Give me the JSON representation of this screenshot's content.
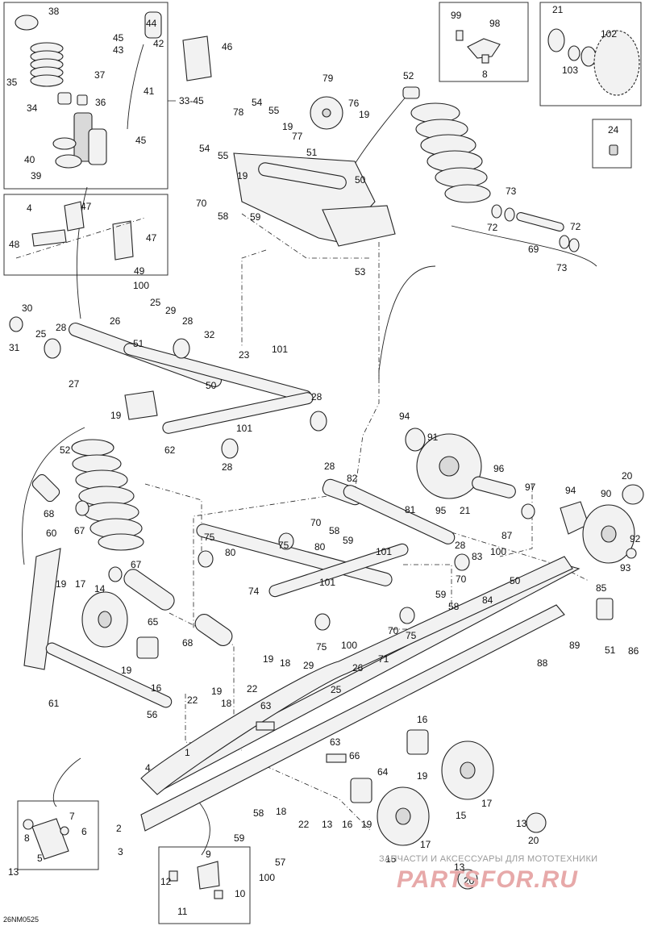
{
  "diagram_code": "26NM0525",
  "group_label": "33-45",
  "watermark": {
    "line1": "ЗАПЧАСТИ И АКСЕССУАРЫ ДЛЯ МОТОТЕХНИКИ",
    "line2": "PARTSFOR.RU"
  },
  "callouts": [
    {
      "id": "c38",
      "text": "38"
    },
    {
      "id": "c44",
      "text": "44"
    },
    {
      "id": "c45a",
      "text": "45"
    },
    {
      "id": "c42",
      "text": "42"
    },
    {
      "id": "c43",
      "text": "43"
    },
    {
      "id": "c46",
      "text": "46"
    },
    {
      "id": "c35",
      "text": "35"
    },
    {
      "id": "c37",
      "text": "37"
    },
    {
      "id": "c41",
      "text": "41"
    },
    {
      "id": "c34",
      "text": "34"
    },
    {
      "id": "c36",
      "text": "36"
    },
    {
      "id": "c45b",
      "text": "45"
    },
    {
      "id": "c40",
      "text": "40"
    },
    {
      "id": "c39",
      "text": "39"
    },
    {
      "id": "c99",
      "text": "99"
    },
    {
      "id": "c98",
      "text": "98"
    },
    {
      "id": "c8a",
      "text": "8"
    },
    {
      "id": "c21a",
      "text": "21"
    },
    {
      "id": "c102",
      "text": "102"
    },
    {
      "id": "c103",
      "text": "103"
    },
    {
      "id": "c24",
      "text": "24"
    },
    {
      "id": "c79",
      "text": "79"
    },
    {
      "id": "c52a",
      "text": "52"
    },
    {
      "id": "c76",
      "text": "76"
    },
    {
      "id": "c19a",
      "text": "19"
    },
    {
      "id": "c78",
      "text": "78"
    },
    {
      "id": "c54a",
      "text": "54"
    },
    {
      "id": "c55a",
      "text": "55"
    },
    {
      "id": "c19b",
      "text": "19"
    },
    {
      "id": "c77",
      "text": "77"
    },
    {
      "id": "c54b",
      "text": "54"
    },
    {
      "id": "c55b",
      "text": "55"
    },
    {
      "id": "c51a",
      "text": "51"
    },
    {
      "id": "c19c",
      "text": "19"
    },
    {
      "id": "c50a",
      "text": "50"
    },
    {
      "id": "c70a",
      "text": "70"
    },
    {
      "id": "c58a",
      "text": "58"
    },
    {
      "id": "c59a",
      "text": "59"
    },
    {
      "id": "c53",
      "text": "53"
    },
    {
      "id": "c73a",
      "text": "73"
    },
    {
      "id": "c72a",
      "text": "72"
    },
    {
      "id": "c72b",
      "text": "72"
    },
    {
      "id": "c69",
      "text": "69"
    },
    {
      "id": "c73b",
      "text": "73"
    },
    {
      "id": "c4a",
      "text": "4"
    },
    {
      "id": "c47a",
      "text": "47"
    },
    {
      "id": "c48",
      "text": "48"
    },
    {
      "id": "c47b",
      "text": "47"
    },
    {
      "id": "c49",
      "text": "49"
    },
    {
      "id": "c100a",
      "text": "100"
    },
    {
      "id": "c30",
      "text": "30"
    },
    {
      "id": "c25a",
      "text": "25"
    },
    {
      "id": "c26a",
      "text": "26"
    },
    {
      "id": "c29a",
      "text": "29"
    },
    {
      "id": "c28a",
      "text": "28"
    },
    {
      "id": "c31",
      "text": "31"
    },
    {
      "id": "c25b",
      "text": "25"
    },
    {
      "id": "c28b",
      "text": "28"
    },
    {
      "id": "c32",
      "text": "32"
    },
    {
      "id": "c51b",
      "text": "51"
    },
    {
      "id": "c23",
      "text": "23"
    },
    {
      "id": "c101a",
      "text": "101"
    },
    {
      "id": "c27",
      "text": "27"
    },
    {
      "id": "c50b",
      "text": "50"
    },
    {
      "id": "c28c",
      "text": "28"
    },
    {
      "id": "c19d",
      "text": "19"
    },
    {
      "id": "c101b",
      "text": "101"
    },
    {
      "id": "c62",
      "text": "62"
    },
    {
      "id": "c28d",
      "text": "28"
    },
    {
      "id": "c52b",
      "text": "52"
    },
    {
      "id": "c94a",
      "text": "94"
    },
    {
      "id": "c91",
      "text": "91"
    },
    {
      "id": "c96",
      "text": "96"
    },
    {
      "id": "c28e",
      "text": "28"
    },
    {
      "id": "c82",
      "text": "82"
    },
    {
      "id": "c81",
      "text": "81"
    },
    {
      "id": "c97",
      "text": "97"
    },
    {
      "id": "c95",
      "text": "95"
    },
    {
      "id": "c21b",
      "text": "21"
    },
    {
      "id": "c20a",
      "text": "20"
    },
    {
      "id": "c94b",
      "text": "94"
    },
    {
      "id": "c90",
      "text": "90"
    },
    {
      "id": "c68a",
      "text": "68"
    },
    {
      "id": "c67a",
      "text": "67"
    },
    {
      "id": "c70b",
      "text": "70"
    },
    {
      "id": "c58b",
      "text": "58"
    },
    {
      "id": "c59b",
      "text": "59"
    },
    {
      "id": "c75a",
      "text": "75"
    },
    {
      "id": "c75b",
      "text": "75"
    },
    {
      "id": "c80a",
      "text": "80"
    },
    {
      "id": "c80b",
      "text": "80"
    },
    {
      "id": "c28f",
      "text": "28"
    },
    {
      "id": "c83",
      "text": "83"
    },
    {
      "id": "c87",
      "text": "87"
    },
    {
      "id": "c92",
      "text": "92"
    },
    {
      "id": "c60",
      "text": "60"
    },
    {
      "id": "c67b",
      "text": "67"
    },
    {
      "id": "c101c",
      "text": "101"
    },
    {
      "id": "c101d",
      "text": "101"
    },
    {
      "id": "c100b",
      "text": "100"
    },
    {
      "id": "c50c",
      "text": "50"
    },
    {
      "id": "c93",
      "text": "93"
    },
    {
      "id": "c19e",
      "text": "19"
    },
    {
      "id": "c17a",
      "text": "17"
    },
    {
      "id": "c14",
      "text": "14"
    },
    {
      "id": "c74",
      "text": "74"
    },
    {
      "id": "c70c",
      "text": "70"
    },
    {
      "id": "c59c",
      "text": "59"
    },
    {
      "id": "c84",
      "text": "84"
    },
    {
      "id": "c58c",
      "text": "58"
    },
    {
      "id": "c85",
      "text": "85"
    },
    {
      "id": "c65",
      "text": "65"
    },
    {
      "id": "c75c",
      "text": "75"
    },
    {
      "id": "c75d",
      "text": "75"
    },
    {
      "id": "c68b",
      "text": "68"
    },
    {
      "id": "c70d",
      "text": "70"
    },
    {
      "id": "c71",
      "text": "71"
    },
    {
      "id": "c100c",
      "text": "100"
    },
    {
      "id": "c13a",
      "text": "13"
    },
    {
      "id": "c89",
      "text": "89"
    },
    {
      "id": "c51c",
      "text": "51"
    },
    {
      "id": "c86",
      "text": "86"
    },
    {
      "id": "c88",
      "text": "88"
    },
    {
      "id": "c19f",
      "text": "19"
    },
    {
      "id": "c19g",
      "text": "19"
    },
    {
      "id": "c18a",
      "text": "18"
    },
    {
      "id": "c29b",
      "text": "29"
    },
    {
      "id": "c26b",
      "text": "26"
    },
    {
      "id": "c16a",
      "text": "16"
    },
    {
      "id": "c22a",
      "text": "22"
    },
    {
      "id": "c25c",
      "text": "25"
    },
    {
      "id": "c61",
      "text": "61"
    },
    {
      "id": "c22b",
      "text": "22"
    },
    {
      "id": "c19h",
      "text": "19"
    },
    {
      "id": "c18b",
      "text": "18"
    },
    {
      "id": "c63a",
      "text": "63"
    },
    {
      "id": "c56",
      "text": "56"
    },
    {
      "id": "c16b",
      "text": "16"
    },
    {
      "id": "c1",
      "text": "1"
    },
    {
      "id": "c4b",
      "text": "4"
    },
    {
      "id": "c63b",
      "text": "63"
    },
    {
      "id": "c66",
      "text": "66"
    },
    {
      "id": "c64",
      "text": "64"
    },
    {
      "id": "c19i",
      "text": "19"
    },
    {
      "id": "c17b",
      "text": "17"
    },
    {
      "id": "c7",
      "text": "7"
    },
    {
      "id": "c8b",
      "text": "8"
    },
    {
      "id": "c6",
      "text": "6"
    },
    {
      "id": "c5",
      "text": "5"
    },
    {
      "id": "c2",
      "text": "2"
    },
    {
      "id": "c3",
      "text": "3"
    },
    {
      "id": "c18c",
      "text": "18"
    },
    {
      "id": "c22c",
      "text": "22"
    },
    {
      "id": "c13b",
      "text": "13"
    },
    {
      "id": "c16c",
      "text": "16"
    },
    {
      "id": "c19j",
      "text": "19"
    },
    {
      "id": "c15a",
      "text": "15"
    },
    {
      "id": "c13c",
      "text": "13"
    },
    {
      "id": "c20b",
      "text": "20"
    },
    {
      "id": "c58d",
      "text": "58"
    },
    {
      "id": "c59d",
      "text": "59"
    },
    {
      "id": "c57",
      "text": "57"
    },
    {
      "id": "c100d",
      "text": "100"
    },
    {
      "id": "c9",
      "text": "9"
    },
    {
      "id": "c12",
      "text": "12"
    },
    {
      "id": "c10",
      "text": "10"
    },
    {
      "id": "c11",
      "text": "11"
    },
    {
      "id": "c15b",
      "text": "15"
    },
    {
      "id": "c17c",
      "text": "17"
    },
    {
      "id": "c13d",
      "text": "13"
    },
    {
      "id": "c20c",
      "text": "20"
    }
  ]
}
